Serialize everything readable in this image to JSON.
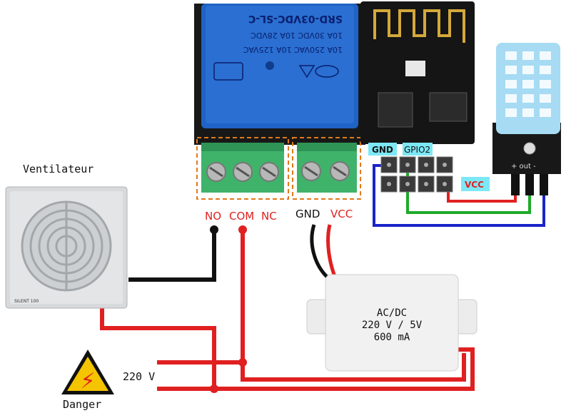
{
  "relay": {
    "model": "SRD-03VDC-SL-C",
    "rating1": "10A 30VDC 10A 28VDC",
    "rating2": "10A 250VAC 10A 125VAC",
    "terminals": [
      "NO",
      "COM",
      "NC"
    ]
  },
  "power_terminals": {
    "gnd": "GND",
    "vcc": "VCC"
  },
  "esp_pins": {
    "gnd": "GND",
    "gpio": "GPIO2",
    "vcc": "VCC"
  },
  "sensor": {
    "pins": "+ out -"
  },
  "fan": {
    "label": "Ventilateur",
    "brand": "SILENT 100"
  },
  "power_supply": {
    "line1": "AC/DC",
    "line2": "220 V / 5V",
    "line3": "600 mA"
  },
  "mains": {
    "voltage": "220 V"
  },
  "danger": {
    "label": "Danger",
    "symbol": "⚡"
  },
  "colors": {
    "wire_red": "#e02020",
    "wire_green": "#1faa2a",
    "wire_blue": "#1a24c8",
    "wire_black": "#111111",
    "relay_blue": "#1f63c6",
    "terminal_green": "#3fb36a",
    "pcb": "#151515",
    "label_cyan": "#7de8f5"
  }
}
